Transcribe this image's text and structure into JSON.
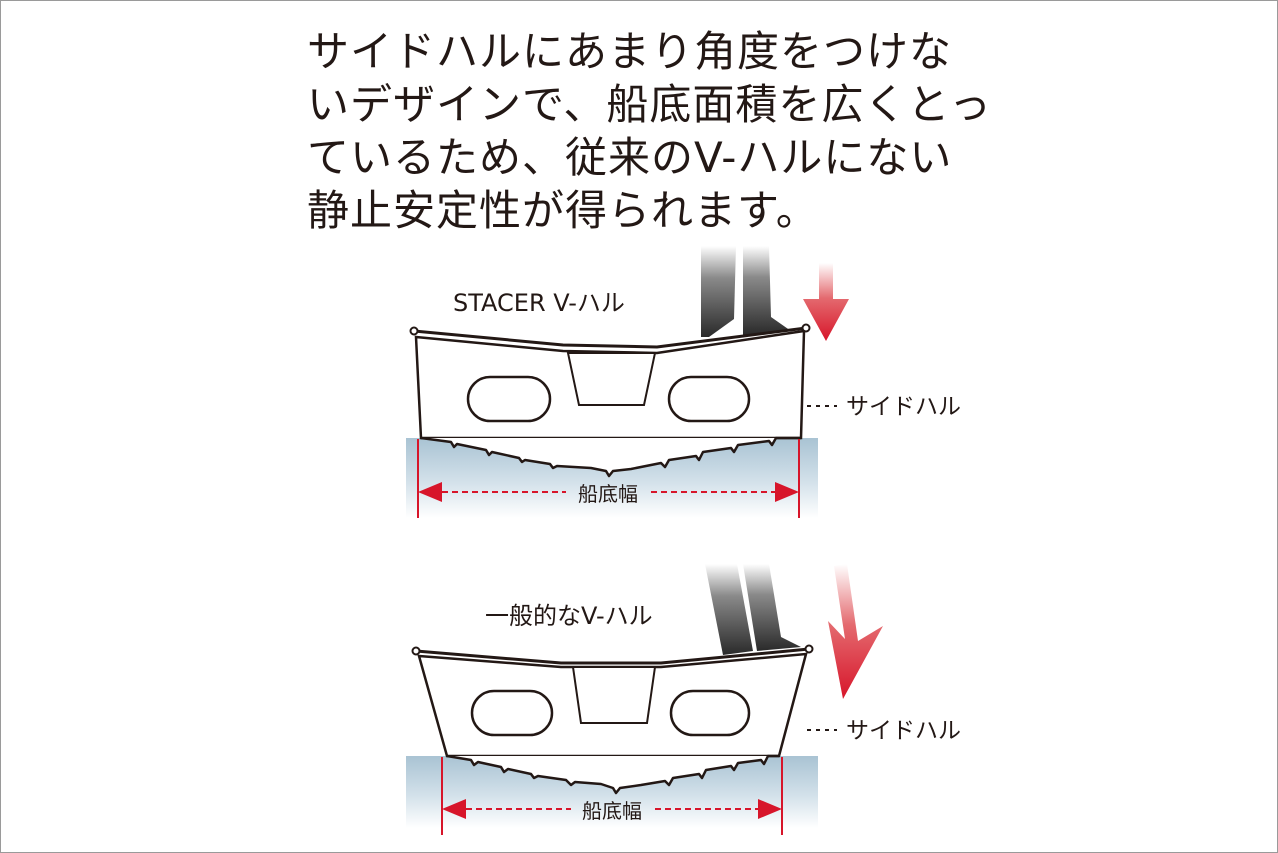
{
  "headline": {
    "lines": [
      "サイドハルにあまり角度をつけな",
      "いデザインで、船底面積を広くとっ",
      "ているため、従来のV-ハルにない",
      "静止安定性が得られます。"
    ]
  },
  "diagrams": [
    {
      "title": "STACER V-ハル",
      "side_hull_label": "サイドハル",
      "bottom_width_label": "船底幅"
    },
    {
      "title": "一般的なV-ハル",
      "side_hull_label": "サイドハル",
      "bottom_width_label": "船底幅"
    }
  ],
  "colors": {
    "text": "#231815",
    "outline": "#231815",
    "arrow_red": "#d7152a",
    "water_blue": "#a9c3d3"
  },
  "icons": {
    "passenger_legs": "passenger-legs-icon",
    "tilt_arrow": "tilt-arrow-icon"
  }
}
